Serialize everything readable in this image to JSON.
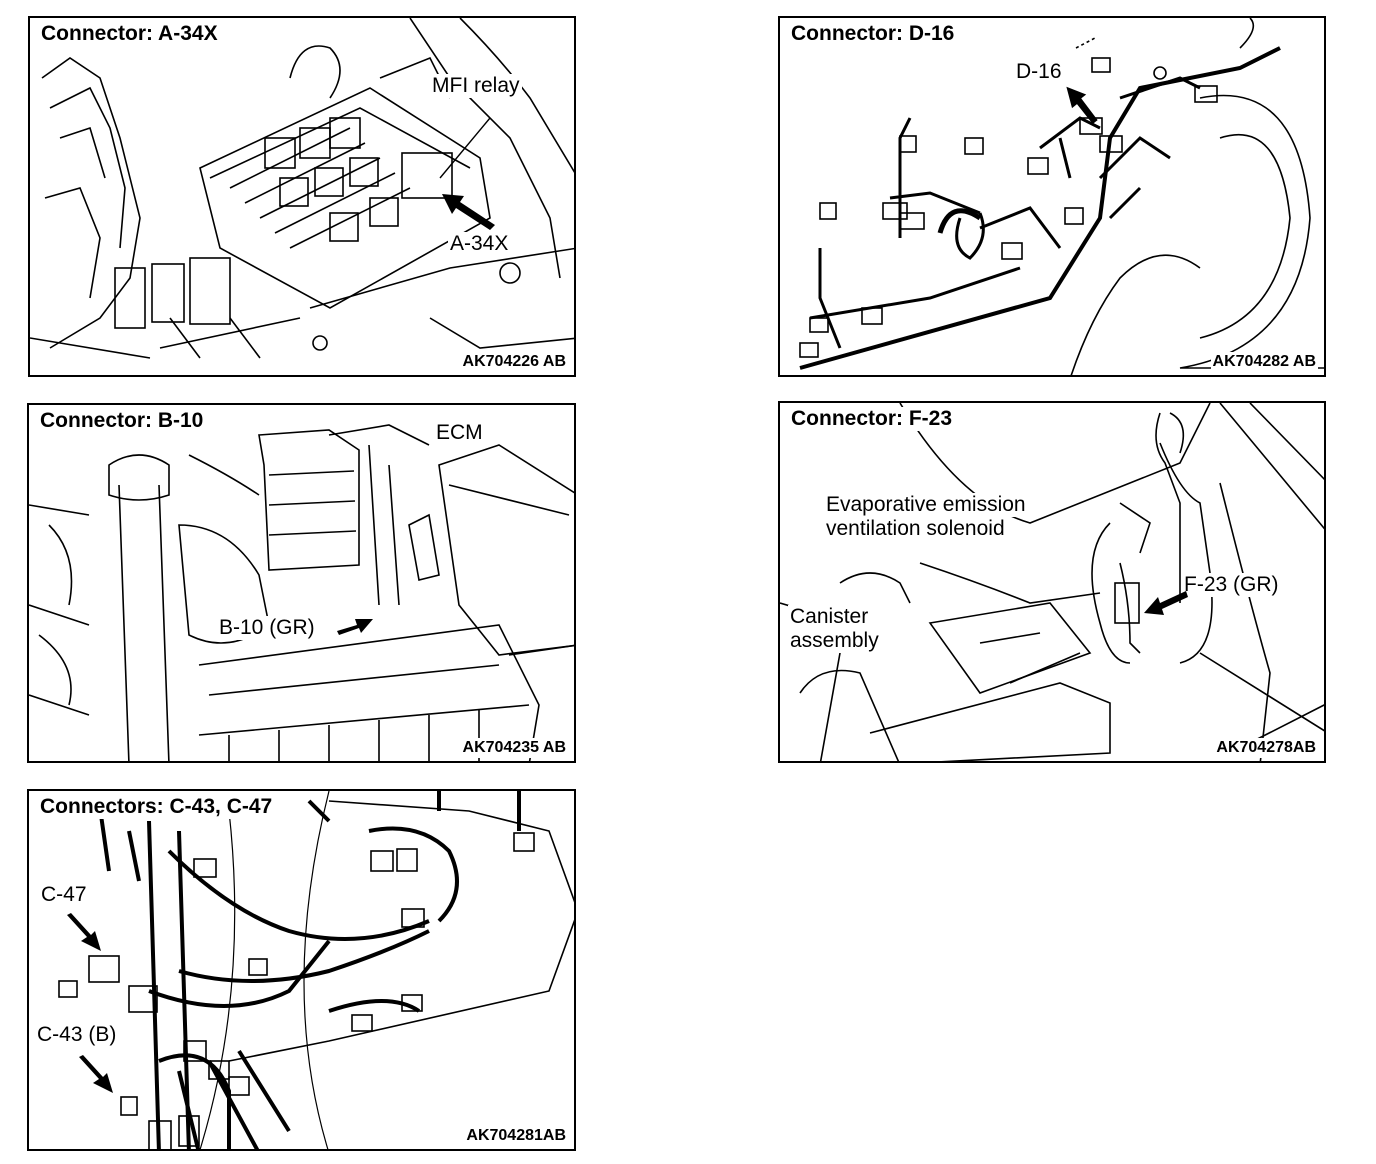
{
  "panels": [
    {
      "title": "Connector: A-34X",
      "code": "AK704226 AB",
      "labels": {
        "relay": "MFI relay",
        "connector": "A-34X"
      }
    },
    {
      "title": "Connector: D-16",
      "code": "AK704282 AB",
      "labels": {
        "connector": "D-16"
      }
    },
    {
      "title": "Connector: B-10",
      "code": "AK704235 AB",
      "labels": {
        "ecm": "ECM",
        "connector": "B-10 (GR)"
      }
    },
    {
      "title": "Connector: F-23",
      "code": "AK704278AB",
      "labels": {
        "solenoid_line1": "Evaporative emission",
        "solenoid_line2": "ventilation solenoid",
        "connector": "F-23 (GR)",
        "canister_line1": "Canister",
        "canister_line2": "assembly"
      }
    },
    {
      "title": "Connectors: C-43, C-47",
      "code": "AK704281AB",
      "labels": {
        "c47": "C-47",
        "c43": "C-43 (B)"
      }
    }
  ]
}
